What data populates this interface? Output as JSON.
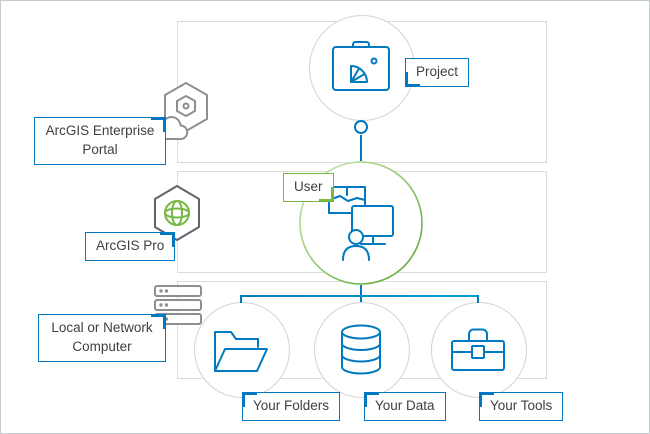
{
  "diagram": {
    "labels": {
      "portal": "ArcGIS Enterprise Portal",
      "pro": "ArcGIS Pro",
      "computer": "Local or Network Computer",
      "project": "Project",
      "user": "User",
      "folders": "Your Folders",
      "data": "Your Data",
      "tools": "Your Tools"
    },
    "colors": {
      "blue": "#0079c1",
      "green": "#76b843",
      "icon_gray": "#8f8f8f",
      "region_border": "#dcdcdc",
      "circle_border": "#cfd4d6"
    },
    "icons": {
      "project": "briefcase-map-icon",
      "portal": "hexagon-cloud-icon",
      "pro": "hexagon-globe-icon",
      "computer": "server-stack-icon",
      "user": "user-workstation-icon",
      "folders": "open-folder-icon",
      "data": "database-cylinder-icon",
      "tools": "toolbox-icon"
    }
  }
}
